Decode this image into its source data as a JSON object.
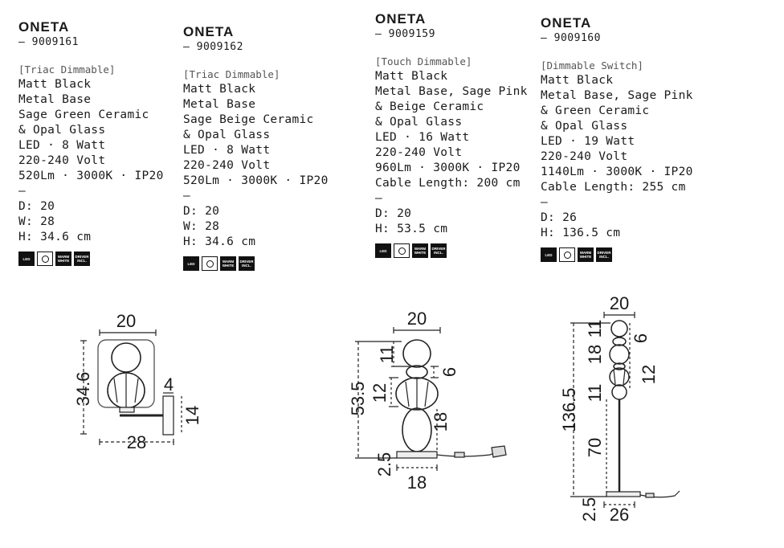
{
  "products": [
    {
      "name": "ONETA",
      "code": "— 9009161",
      "dimming": "[Triac Dimmable]",
      "lines": [
        "Matt Black",
        "Metal Base",
        "Sage Green Ceramic",
        "& Opal Glass",
        "LED · 8 Watt",
        "220-240 Volt",
        "520Lm · 3000K · IP20",
        "—",
        "D: 20",
        "W: 28",
        "H: 34.6 cm"
      ],
      "badges": [
        "LED",
        "dimmable-icon",
        "WARM WHITE",
        "DRIVER INCL."
      ]
    },
    {
      "name": "ONETA",
      "code": "— 9009162",
      "dimming": "[Triac Dimmable]",
      "lines": [
        "Matt Black",
        "Metal Base",
        "Sage Beige Ceramic",
        "& Opal Glass",
        "LED · 8 Watt",
        "220-240 Volt",
        "520Lm · 3000K · IP20",
        "—",
        "D: 20",
        "W: 28",
        "H: 34.6 cm"
      ],
      "badges": [
        "LED",
        "dimmable-icon",
        "WARM WHITE",
        "DRIVER INCL."
      ]
    },
    {
      "name": "ONETA",
      "code": "— 9009159",
      "dimming": "[Touch Dimmable]",
      "lines": [
        "Matt Black",
        "Metal Base, Sage Pink",
        "& Beige Ceramic",
        "& Opal Glass",
        "LED · 16 Watt",
        "220-240 Volt",
        "960Lm · 3000K · IP20",
        "Cable Length: 200 cm",
        "—",
        "D: 20",
        "H: 53.5 cm"
      ],
      "badges": [
        "LED",
        "dimmable-icon",
        "WARM WHITE",
        "DRIVER INCL."
      ]
    },
    {
      "name": "ONETA",
      "code": "— 9009160",
      "dimming": "[Dimmable Switch]",
      "lines": [
        "Matt Black",
        "Metal Base, Sage Pink",
        "& Green Ceramic",
        "& Opal Glass",
        "LED · 19 Watt",
        "220-240 Volt",
        "1140Lm · 3000K · IP20",
        "Cable Length: 255 cm",
        "—",
        "D: 26",
        "H: 136.5 cm"
      ],
      "badges": [
        "LED",
        "dimmable-icon",
        "WARM WHITE",
        "DRIVER INCL."
      ]
    }
  ],
  "drawings": {
    "wall": {
      "top": "20",
      "height": "34.6",
      "arm": "4",
      "plate": "14",
      "width": "28"
    },
    "table": {
      "top": "20",
      "upper": "11",
      "gap": "6",
      "middle": "12",
      "lower": "18",
      "height": "53.5",
      "base_h": "2.5",
      "base_w": "18"
    },
    "floor": {
      "top": "20",
      "s1": "11",
      "s2": "6",
      "s3": "18",
      "s4": "12",
      "s5": "11",
      "height": "136.5",
      "pole": "70",
      "base_h": "2.5",
      "base_w": "26"
    }
  }
}
